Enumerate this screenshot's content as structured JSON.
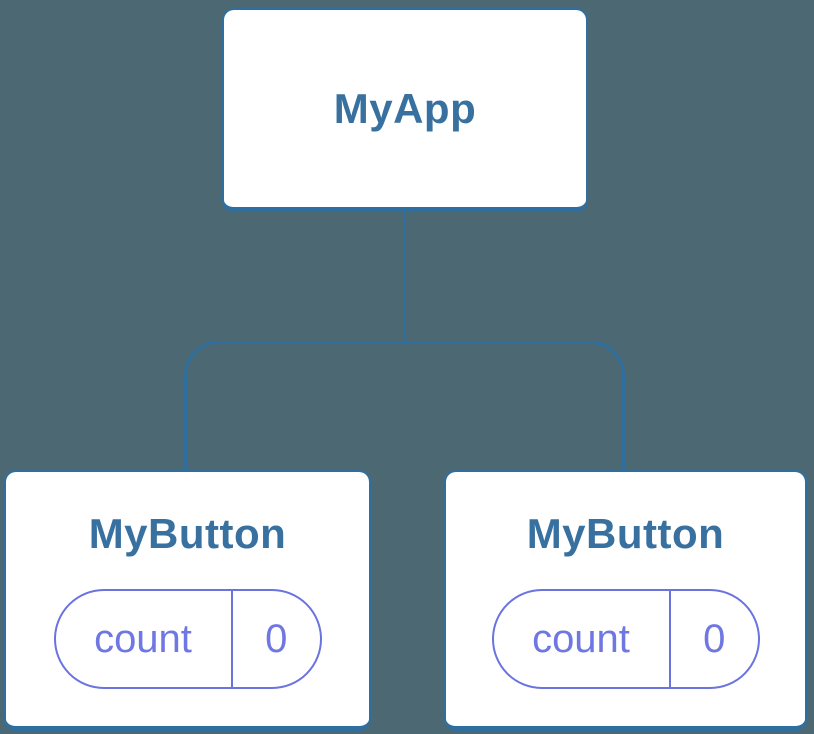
{
  "diagram": {
    "type": "component-tree",
    "colors": {
      "background": "#4C6973",
      "box_fill": "#FFFFFF",
      "box_border": "#2F6F9F",
      "connector": "#2F6F9F",
      "label_text": "#38719F",
      "state_border": "#6A73E0",
      "state_text": "#6F77E2"
    },
    "root": {
      "label": "MyApp"
    },
    "children": [
      {
        "label": "MyButton",
        "state": {
          "key": "count",
          "value": "0"
        }
      },
      {
        "label": "MyButton",
        "state": {
          "key": "count",
          "value": "0"
        }
      }
    ]
  }
}
